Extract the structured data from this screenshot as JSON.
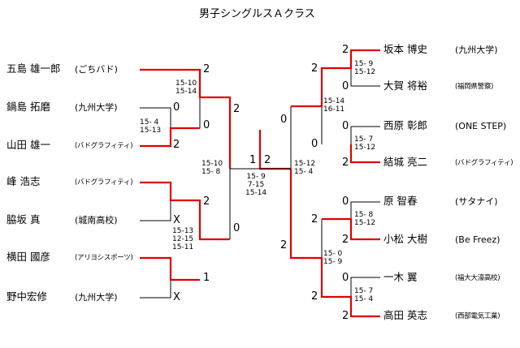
{
  "title": "男子シングルスＡクラス",
  "left": [
    {
      "name": "五島 雄一郎",
      "affiliation": "(ごちバド)",
      "aff_small": false
    },
    {
      "name": "鍋島 拓磨",
      "affiliation": "(九州大学)",
      "aff_small": false
    },
    {
      "name": "山田 雄一",
      "affiliation": "(バドグラフィティ)",
      "aff_small": true
    },
    {
      "name": "峰 浩志",
      "affiliation": "(バドグラフィティ)",
      "aff_small": true
    },
    {
      "name": "脇坂 真",
      "affiliation": "(城南高校)",
      "aff_small": false
    },
    {
      "name": "横田 國彦",
      "affiliation": "(アリヨシスポーツ)",
      "aff_small": true
    },
    {
      "name": "野中宏修",
      "affiliation": "(九州大学)",
      "aff_small": false
    }
  ],
  "right": [
    {
      "name": "坂本 博史",
      "affiliation": "(九州大学)",
      "aff_small": false
    },
    {
      "name": "大賀 将裕",
      "affiliation": "(福岡県警察)",
      "aff_small": true
    },
    {
      "name": "西原 彰郎",
      "affiliation": "(ONE STEP)",
      "aff_small": false
    },
    {
      "name": "結城 亮二",
      "affiliation": "(バドグラフィティ)",
      "aff_small": true
    },
    {
      "name": "原 智春",
      "affiliation": "(サタナイ)",
      "aff_small": false
    },
    {
      "name": "小松 大樹",
      "affiliation": "(Be Freez)",
      "aff_small": false
    },
    {
      "name": "一木 翼",
      "affiliation": "(福大大濠高校)",
      "aff_small": true
    },
    {
      "name": "高田 英志",
      "affiliation": "(西部電気工業)",
      "aff_small": true
    }
  ],
  "results": {
    "L_r1a": [
      "2",
      "0"
    ],
    "L_r1a_scores": "15-10\n15-14",
    "L_r1b": [
      "0",
      "2"
    ],
    "L_r1b_scores": "15- 4\n15-13",
    "L_r2a": [
      "0",
      "2"
    ],
    "L_r1c": [
      "2",
      "X"
    ],
    "L_r1d": [
      "1",
      "X"
    ],
    "L_r2b": [
      "0"
    ],
    "L_r2b_scores": "15-13\n12-15\n15-11",
    "L_semi_scores": "15-10\n15- 8",
    "final": [
      "1",
      "2"
    ],
    "final_scores": "15- 9\n7-15\n15-14",
    "R_r1a": [
      "2",
      "0"
    ],
    "R_r1a_scores": "15- 9\n15-12",
    "R_r1b": [
      "0",
      "2"
    ],
    "R_r1b_scores": "15- 7\n15-12",
    "R_r2a": [
      "2",
      "0"
    ],
    "R_r2a_scores": "15-14\n16-11",
    "R_r1c": [
      "0",
      "2"
    ],
    "R_r1c_scores": "15- 8\n15-12",
    "R_r1d": [
      "0",
      "2"
    ],
    "R_r1d_scores": "15- 7\n15- 4",
    "R_r2b": [
      "2"
    ],
    "R_r2b_scores": "15- 0\n15- 9",
    "R_semi_scores": "15-12\n15- 4"
  },
  "colors": {
    "winner_line": "#e00000",
    "line": "#000000"
  }
}
